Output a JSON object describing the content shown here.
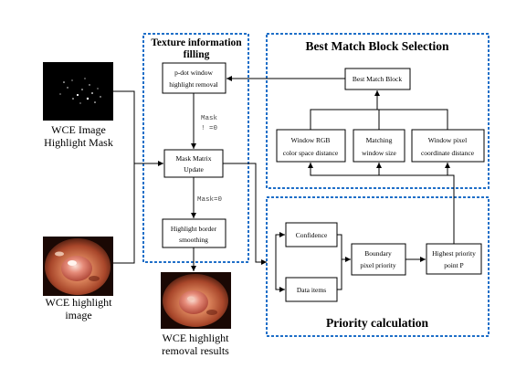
{
  "groups": {
    "texture_fill": {
      "title_line1": "Texture information",
      "title_line2": "filling"
    },
    "best_match": {
      "title": "Best Match Block Selection"
    },
    "priority": {
      "title": "Priority calculation"
    }
  },
  "images": {
    "mask": {
      "caption_line1": "WCE Image",
      "caption_line2": "Highlight Mask"
    },
    "highlight": {
      "caption_line1": "WCE highlight",
      "caption_line2": "image"
    },
    "result": {
      "caption_line1": "WCE highlight",
      "caption_line2": "removal results"
    }
  },
  "nodes": {
    "pdot": {
      "line1": "p-dot window",
      "line2": "highlight removal"
    },
    "mask_matrix": {
      "line1": "Mask Matrix",
      "line2": "Update"
    },
    "border": {
      "line1": "Highlight border",
      "line2": "smoothing"
    },
    "best_match_block": {
      "line1": "Best Match Block"
    },
    "window_rgb": {
      "line1": "Window RGB",
      "line2": "color space distance"
    },
    "matching_size": {
      "line1": "Matching",
      "line2": "window size"
    },
    "window_coord": {
      "line1": "Window pixel",
      "line2": "coordinate distance"
    },
    "confidence": {
      "line1": "Confidence"
    },
    "data_items": {
      "line1": "Data items"
    },
    "boundary": {
      "line1": "Boundary",
      "line2": "pixel priority"
    },
    "highest": {
      "line1": "Highest priority",
      "line2": "point P"
    }
  },
  "edge_labels": {
    "mask_ne_line1": "Mask",
    "mask_ne_line2": "! =0",
    "mask_eq": "Mask=0"
  },
  "colors": {
    "group_border": "#1f6fc8",
    "line": "#000000"
  }
}
